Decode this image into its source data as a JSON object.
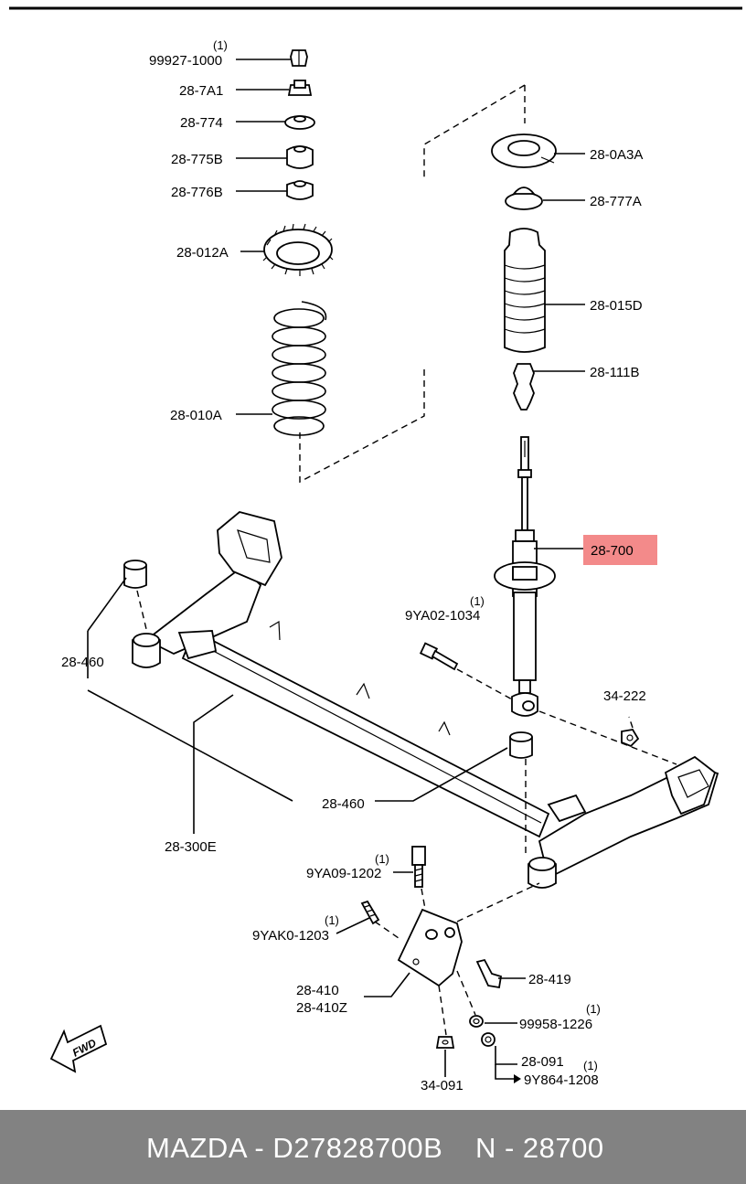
{
  "diagram": {
    "labels": {
      "p99927_qty": "(1)",
      "p99927": "99927-1000",
      "p287a1": "28-7A1",
      "p28774": "28-774",
      "p28775b": "28-775B",
      "p28776b": "28-776B",
      "p28012a": "28-012A",
      "p28010a": "28-010A",
      "p280a3a": "28-0A3A",
      "p28777a": "28-777A",
      "p28015d": "28-015D",
      "p28111b": "28-111B",
      "p28700": "28-700",
      "p9ya02_qty": "(1)",
      "p9ya02": "9YA02-1034",
      "p34222": "34-222",
      "p28460_left": "28-460",
      "p28460_center": "28-460",
      "p28300e": "28-300E",
      "p9ya09_qty": "(1)",
      "p9ya09": "9YA09-1202",
      "p9yak0_qty": "(1)",
      "p9yak0": "9YAK0-1203",
      "p28419": "28-419",
      "p28410": "28-410",
      "p28410z": "28-410Z",
      "p99958_qty": "(1)",
      "p99958": "99958-1226",
      "p28091": "28-091",
      "p9y864_qty": "(1)",
      "p9y864": "9Y864-1208",
      "p34091": "34-091",
      "fwd": "FWD"
    },
    "highlight_color": "#f38a8a"
  },
  "footer": {
    "brand_code": "MAZDA - D27828700B",
    "ref": "N - 28700"
  }
}
